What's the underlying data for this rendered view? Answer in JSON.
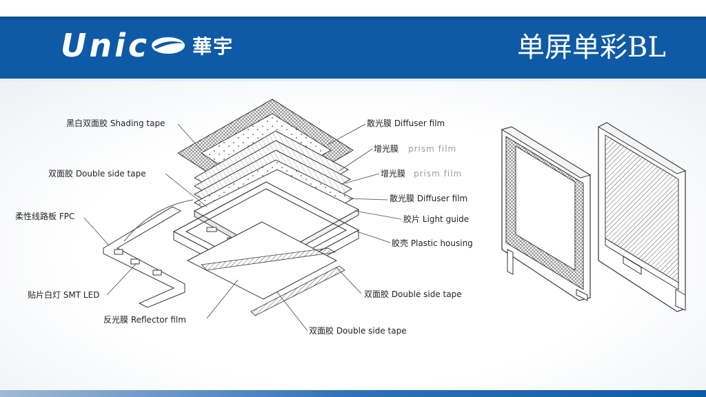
{
  "header": {
    "logo_text": "Unic",
    "logo_cn": "華宇",
    "title": "单屏单彩BL"
  },
  "labels": {
    "shading_tape": "黑白双面胶 Shading tape",
    "double_side_tape_top": "双面胶 Double side tape",
    "fpc": "柔性线路板 FPC",
    "smt_led": "贴片白灯 SMT LED",
    "reflector": "反光膜 Reflector film",
    "double_side_tape_bottom": "双面胶 Double side tape",
    "double_side_tape_right": "双面胶 Double side tape",
    "diffuser_top": "散光膜 Diffuser film",
    "prism1_cn": "增光膜",
    "prism1_en": "prism film",
    "prism2_cn": "增光膜",
    "prism2_en": "prism film",
    "diffuser_bottom": "散光膜   Diffuser film",
    "light_guide": "胶片  Light guide",
    "plastic_housing": "胶壳  Plastic housing"
  },
  "colors": {
    "header_blue": "#0e5aa6",
    "line": "#333333"
  }
}
